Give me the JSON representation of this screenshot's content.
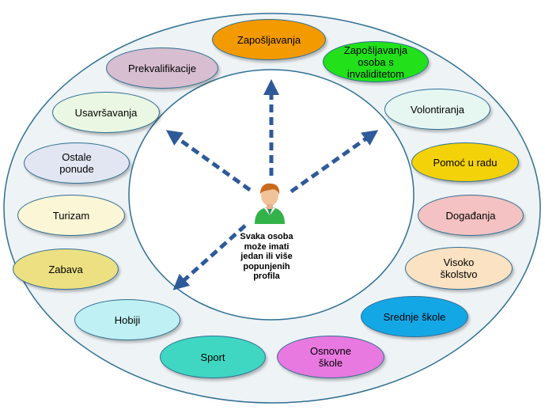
{
  "center": {
    "caption": "Svaka osoba\nmože imati\njedan ili više\npopunjenih\nprofila"
  },
  "icons": {
    "person": "user-person-icon",
    "arrows": "dashed-arrow-icon"
  },
  "colors": {
    "outer_ring_fill": "#eef3f6",
    "inner_circle_fill": "#ffffff",
    "ring_stroke": "#2f6f93",
    "arrow": "#2e5a9a"
  },
  "categories": [
    {
      "id": "zaposljavanja",
      "label": "Zapošljavanja",
      "color": "#f39a00"
    },
    {
      "id": "zaposljavanja-invaliditetom",
      "label": "Zapošljavanja\nosoba s\ninvaliditetom",
      "color": "#22e01a"
    },
    {
      "id": "volontiranja",
      "label": "Volontiranja",
      "color": "#e6f7f2"
    },
    {
      "id": "pomoc-u-radu",
      "label": "Pomoć u radu",
      "color": "#f4d20a"
    },
    {
      "id": "dogadjanja",
      "label": "Događanja",
      "color": "#f4c2c2"
    },
    {
      "id": "visoko-skolstvo",
      "label": "Visoko\nškolstvo",
      "color": "#fbe2c2"
    },
    {
      "id": "srednje-skole",
      "label": "Srednje škole",
      "color": "#14a7e6"
    },
    {
      "id": "osnovne-skole",
      "label": "Osnovne\nškole",
      "color": "#e879e0"
    },
    {
      "id": "sport",
      "label": "Sport",
      "color": "#3fd7c2"
    },
    {
      "id": "hobiji",
      "label": "Hobiji",
      "color": "#bff0f4"
    },
    {
      "id": "zabava",
      "label": "Zabava",
      "color": "#ece083"
    },
    {
      "id": "turizam",
      "label": "Turizam",
      "color": "#fbf6d6"
    },
    {
      "id": "ostale-ponude",
      "label": "Ostale\nponude",
      "color": "#e2e6f2"
    },
    {
      "id": "usavrsavanja",
      "label": "Usavršavanja",
      "color": "#eaf7e2"
    },
    {
      "id": "prekvalifikacije",
      "label": "Prekvalifikacije",
      "color": "#d7bed0"
    }
  ]
}
